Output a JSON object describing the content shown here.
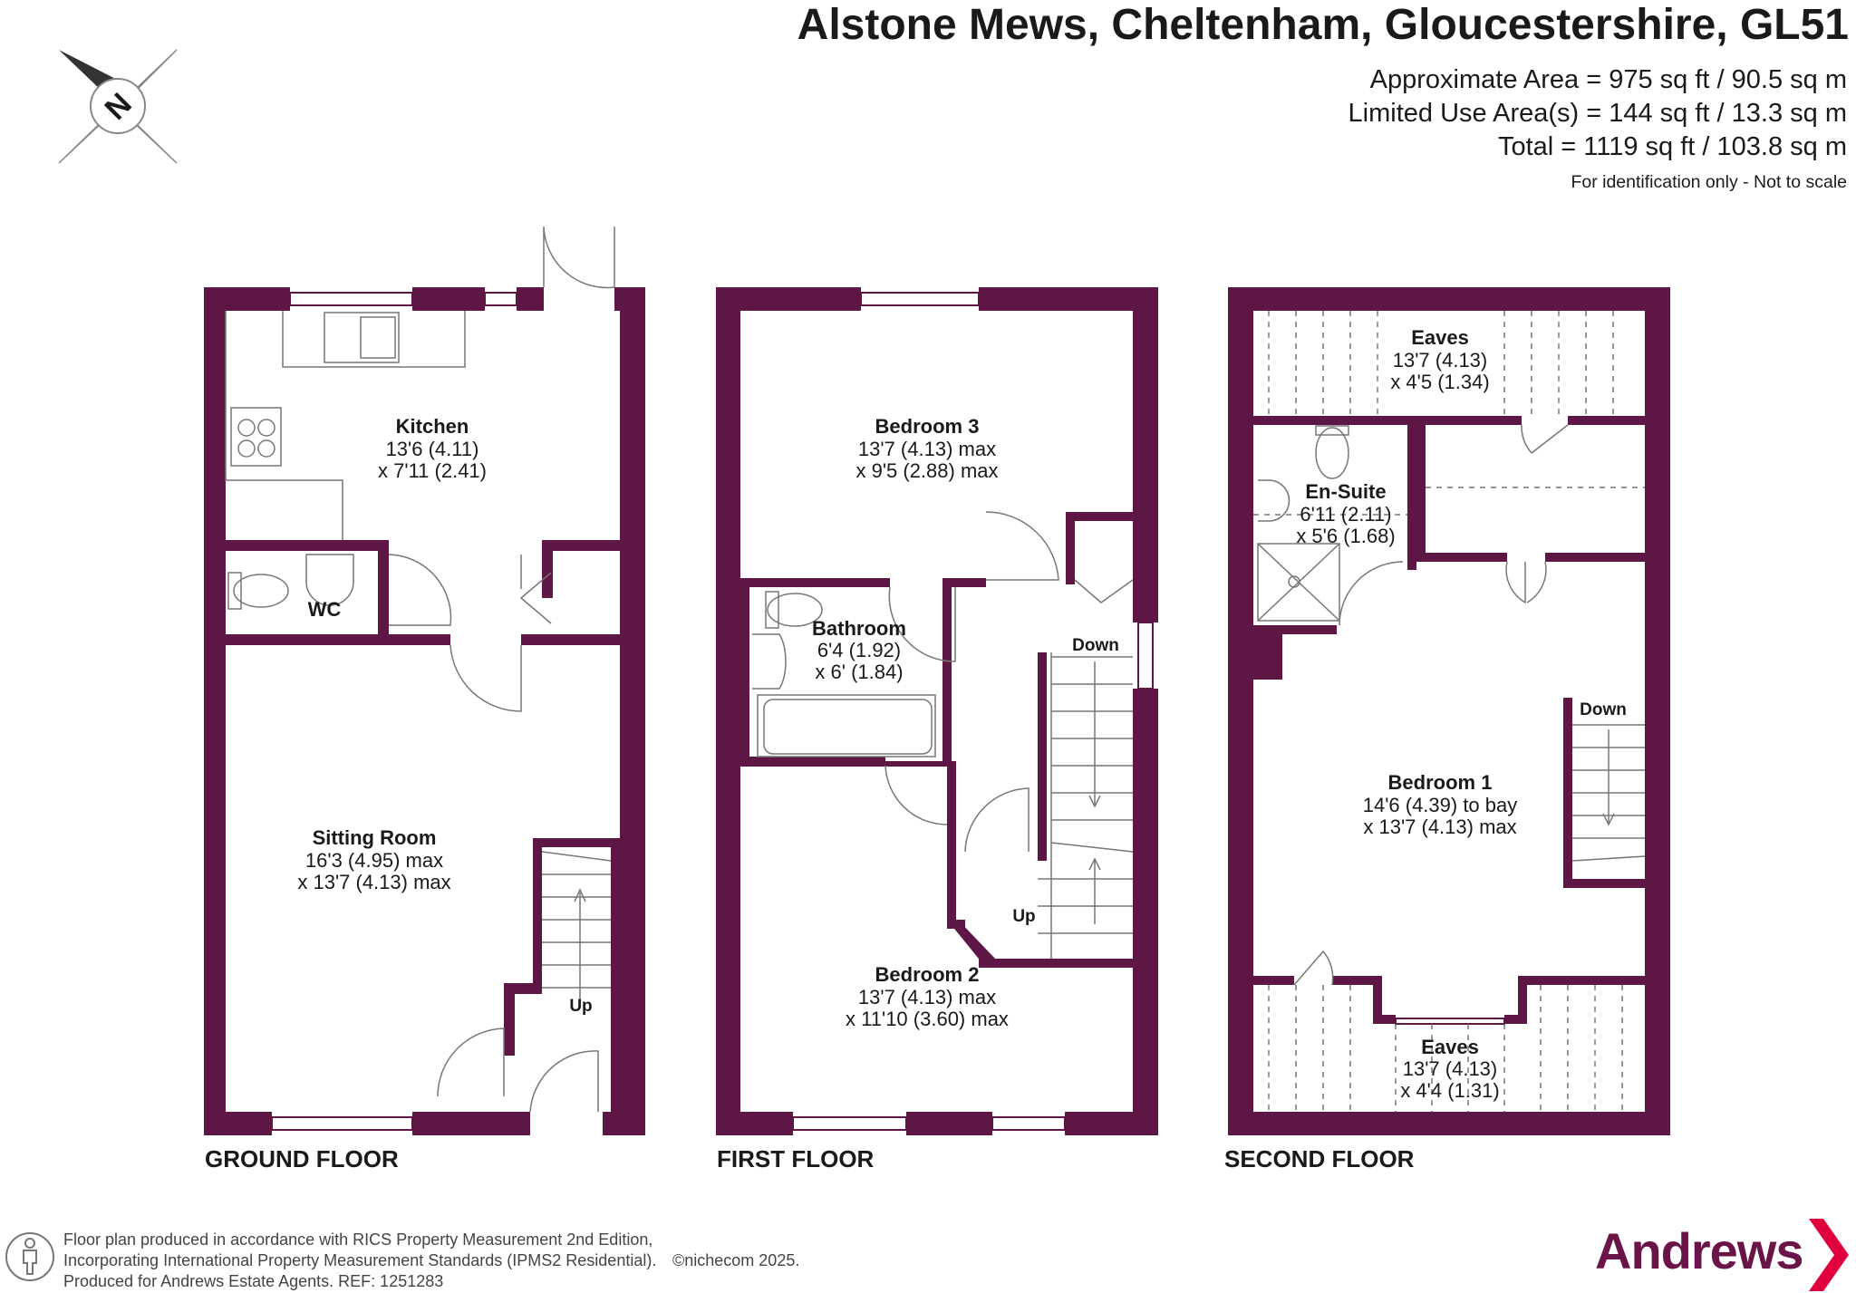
{
  "header": {
    "address": "Alstone Mews, Cheltenham, Gloucestershire, GL51",
    "approx_area": "Approximate Area = 975 sq ft / 90.5 sq m",
    "limited_use": "Limited Use Area(s) = 144 sq ft / 13.3 sq m",
    "total": "Total = 1119 sq ft / 103.8 sq m",
    "note": "For identification only - Not to scale"
  },
  "compass": {
    "icon": "north-compass-icon",
    "letter": "N"
  },
  "floors": {
    "ground": {
      "label": "GROUND FLOOR",
      "kitchen": {
        "name": "Kitchen",
        "dim1": "13'6 (4.11)",
        "dim2": "x 7'11 (2.41)"
      },
      "wc": {
        "name": "WC"
      },
      "sitting": {
        "name": "Sitting Room",
        "dim1": "16'3 (4.95) max",
        "dim2": "x 13'7 (4.13) max"
      },
      "stairs": "Up"
    },
    "first": {
      "label": "FIRST FLOOR",
      "bedroom3": {
        "name": "Bedroom 3",
        "dim1": "13'7 (4.13) max",
        "dim2": "x 9'5 (2.88) max"
      },
      "bathroom": {
        "name": "Bathroom",
        "dim1": "6'4 (1.92)",
        "dim2": "x 6' (1.84)"
      },
      "bedroom2": {
        "name": "Bedroom 2",
        "dim1": "13'7 (4.13) max",
        "dim2": "x 11'10 (3.60) max"
      },
      "stairs_down": "Down",
      "stairs_up": "Up"
    },
    "second": {
      "label": "SECOND FLOOR",
      "eaves_top": {
        "name": "Eaves",
        "dim1": "13'7 (4.13)",
        "dim2": "x 4'5 (1.34)"
      },
      "ensuite": {
        "name": "En-Suite",
        "dim1": "6'11 (2.11)",
        "dim2": "x 5'6 (1.68)"
      },
      "bedroom1": {
        "name": "Bedroom 1",
        "dim1": "14'6 (4.39) to bay",
        "dim2": "x 13'7 (4.13) max"
      },
      "eaves_bottom": {
        "name": "Eaves",
        "dim1": "13'7 (4.13)",
        "dim2": "x 4'4 (1.31)"
      },
      "stairs_down": "Down"
    }
  },
  "footer": {
    "line1": "Floor plan produced in accordance with RICS Property Measurement 2nd Edition,",
    "line2": "Incorporating International Property Measurement Standards (IPMS2 Residential).",
    "line3": "Produced for Andrews Estate Agents.   REF: 1251283",
    "copyright": "©nichecom 2025.",
    "icon": "person-icon"
  },
  "brand": {
    "name": "Andrews",
    "color": "#6b1447",
    "accent": "#e0003c"
  },
  "colors": {
    "wall": "#5e1745"
  }
}
